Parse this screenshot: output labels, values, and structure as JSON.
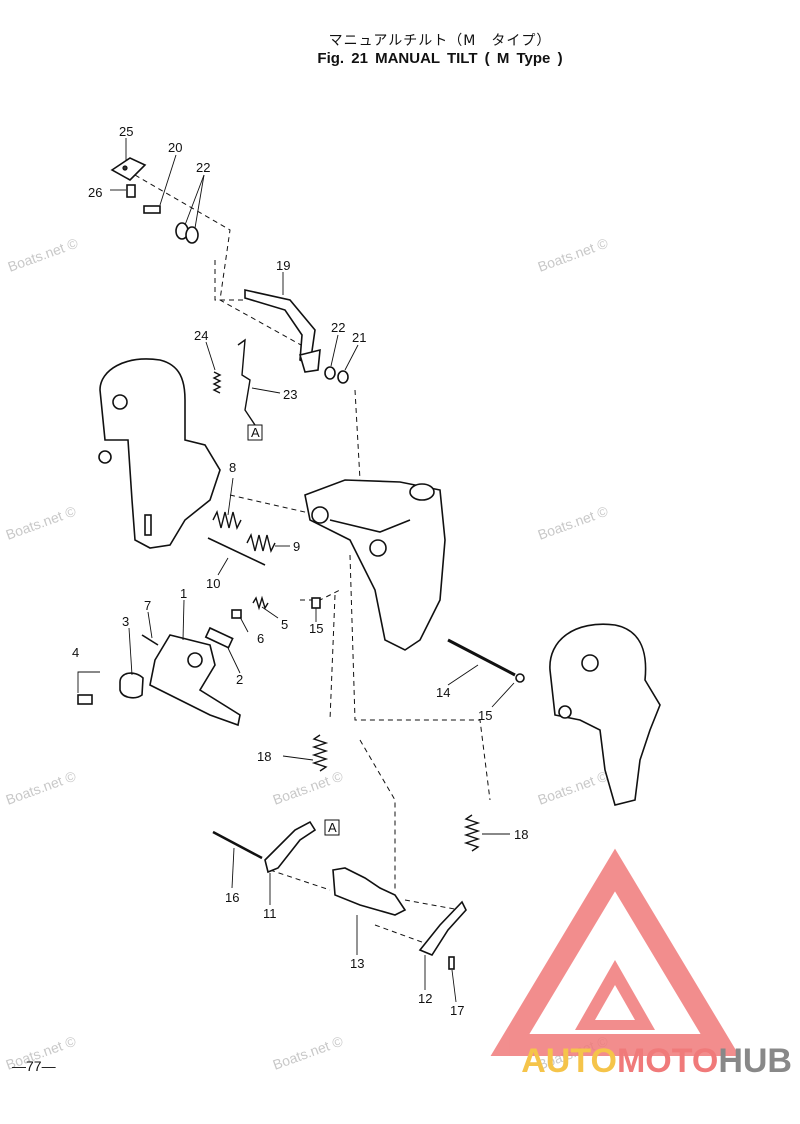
{
  "header": {
    "title_jp": "マニュアルチルト（M　タイプ）",
    "title_en": "Fig. 21   MANUAL TILT ( M Type )"
  },
  "watermark_text": "Boats.net ©",
  "callouts": [
    "25",
    "20",
    "22",
    "26",
    "19",
    "22",
    "21",
    "24",
    "23",
    "A",
    "8",
    "9",
    "10",
    "7",
    "3",
    "1",
    "6",
    "5",
    "15",
    "4",
    "2",
    "14",
    "15",
    "18",
    "A",
    "18",
    "16",
    "11",
    "13",
    "12",
    "17"
  ],
  "footer": {
    "page_number": "—77—"
  },
  "brand": {
    "part1": "AUTO",
    "part2": "MOTO",
    "part3": "HUB"
  },
  "colors": {
    "logo_red": "#f07a7a",
    "logo_yellow": "#f5c44a",
    "logo_gray": "#888888"
  }
}
